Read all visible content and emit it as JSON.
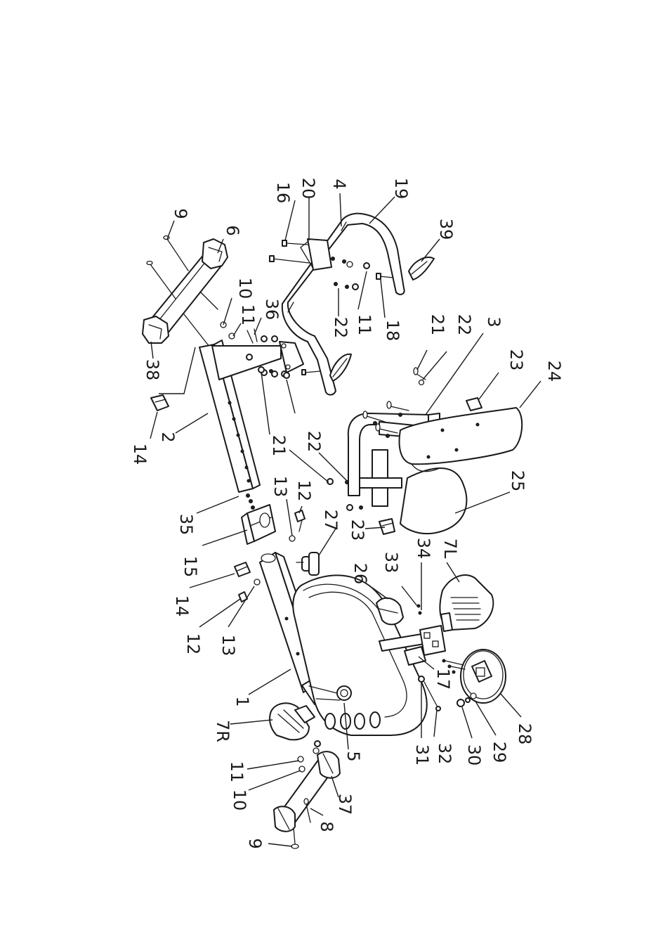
{
  "callouts": [
    {
      "id": "c-9-top",
      "text": "9"
    },
    {
      "id": "c-6",
      "text": "6"
    },
    {
      "id": "c-10-top",
      "text": "10"
    },
    {
      "id": "c-11-top",
      "text": "11"
    },
    {
      "id": "c-36",
      "text": "36"
    },
    {
      "id": "c-38",
      "text": "38"
    },
    {
      "id": "c-14-top",
      "text": "14"
    },
    {
      "id": "c-2",
      "text": "2"
    },
    {
      "id": "c-35",
      "text": "35"
    },
    {
      "id": "c-16",
      "text": "16"
    },
    {
      "id": "c-20",
      "text": "20"
    },
    {
      "id": "c-4",
      "text": "4"
    },
    {
      "id": "c-19",
      "text": "19"
    },
    {
      "id": "c-39",
      "text": "39"
    },
    {
      "id": "c-22-top",
      "text": "22"
    },
    {
      "id": "c-11-mid",
      "text": "11"
    },
    {
      "id": "c-18",
      "text": "18"
    },
    {
      "id": "c-21-left",
      "text": "21"
    },
    {
      "id": "c-22-left",
      "text": "22"
    },
    {
      "id": "c-21-right",
      "text": "21"
    },
    {
      "id": "c-22-right",
      "text": "22"
    },
    {
      "id": "c-3",
      "text": "3"
    },
    {
      "id": "c-23-top",
      "text": "23"
    },
    {
      "id": "c-24",
      "text": "24"
    },
    {
      "id": "c-25",
      "text": "25"
    },
    {
      "id": "c-23-low",
      "text": "23"
    },
    {
      "id": "c-13-top",
      "text": "13"
    },
    {
      "id": "c-12-top",
      "text": "12"
    },
    {
      "id": "c-27",
      "text": "27"
    },
    {
      "id": "c-15",
      "text": "15"
    },
    {
      "id": "c-14-low",
      "text": "14"
    },
    {
      "id": "c-12-low",
      "text": "12"
    },
    {
      "id": "c-13-low",
      "text": "13"
    },
    {
      "id": "c-26",
      "text": "26"
    },
    {
      "id": "c-33",
      "text": "33"
    },
    {
      "id": "c-34",
      "text": "34"
    },
    {
      "id": "c-7L",
      "text": "7L"
    },
    {
      "id": "c-1",
      "text": "1"
    },
    {
      "id": "c-7R",
      "text": "7R"
    },
    {
      "id": "c-17",
      "text": "17"
    },
    {
      "id": "c-5",
      "text": "5"
    },
    {
      "id": "c-31",
      "text": "31"
    },
    {
      "id": "c-32",
      "text": "32"
    },
    {
      "id": "c-30",
      "text": "30"
    },
    {
      "id": "c-29",
      "text": "29"
    },
    {
      "id": "c-28",
      "text": "28"
    },
    {
      "id": "c-11-bot",
      "text": "11"
    },
    {
      "id": "c-10-bot",
      "text": "10"
    },
    {
      "id": "c-37",
      "text": "37"
    },
    {
      "id": "c-8",
      "text": "8"
    },
    {
      "id": "c-9-bot",
      "text": "9"
    }
  ]
}
